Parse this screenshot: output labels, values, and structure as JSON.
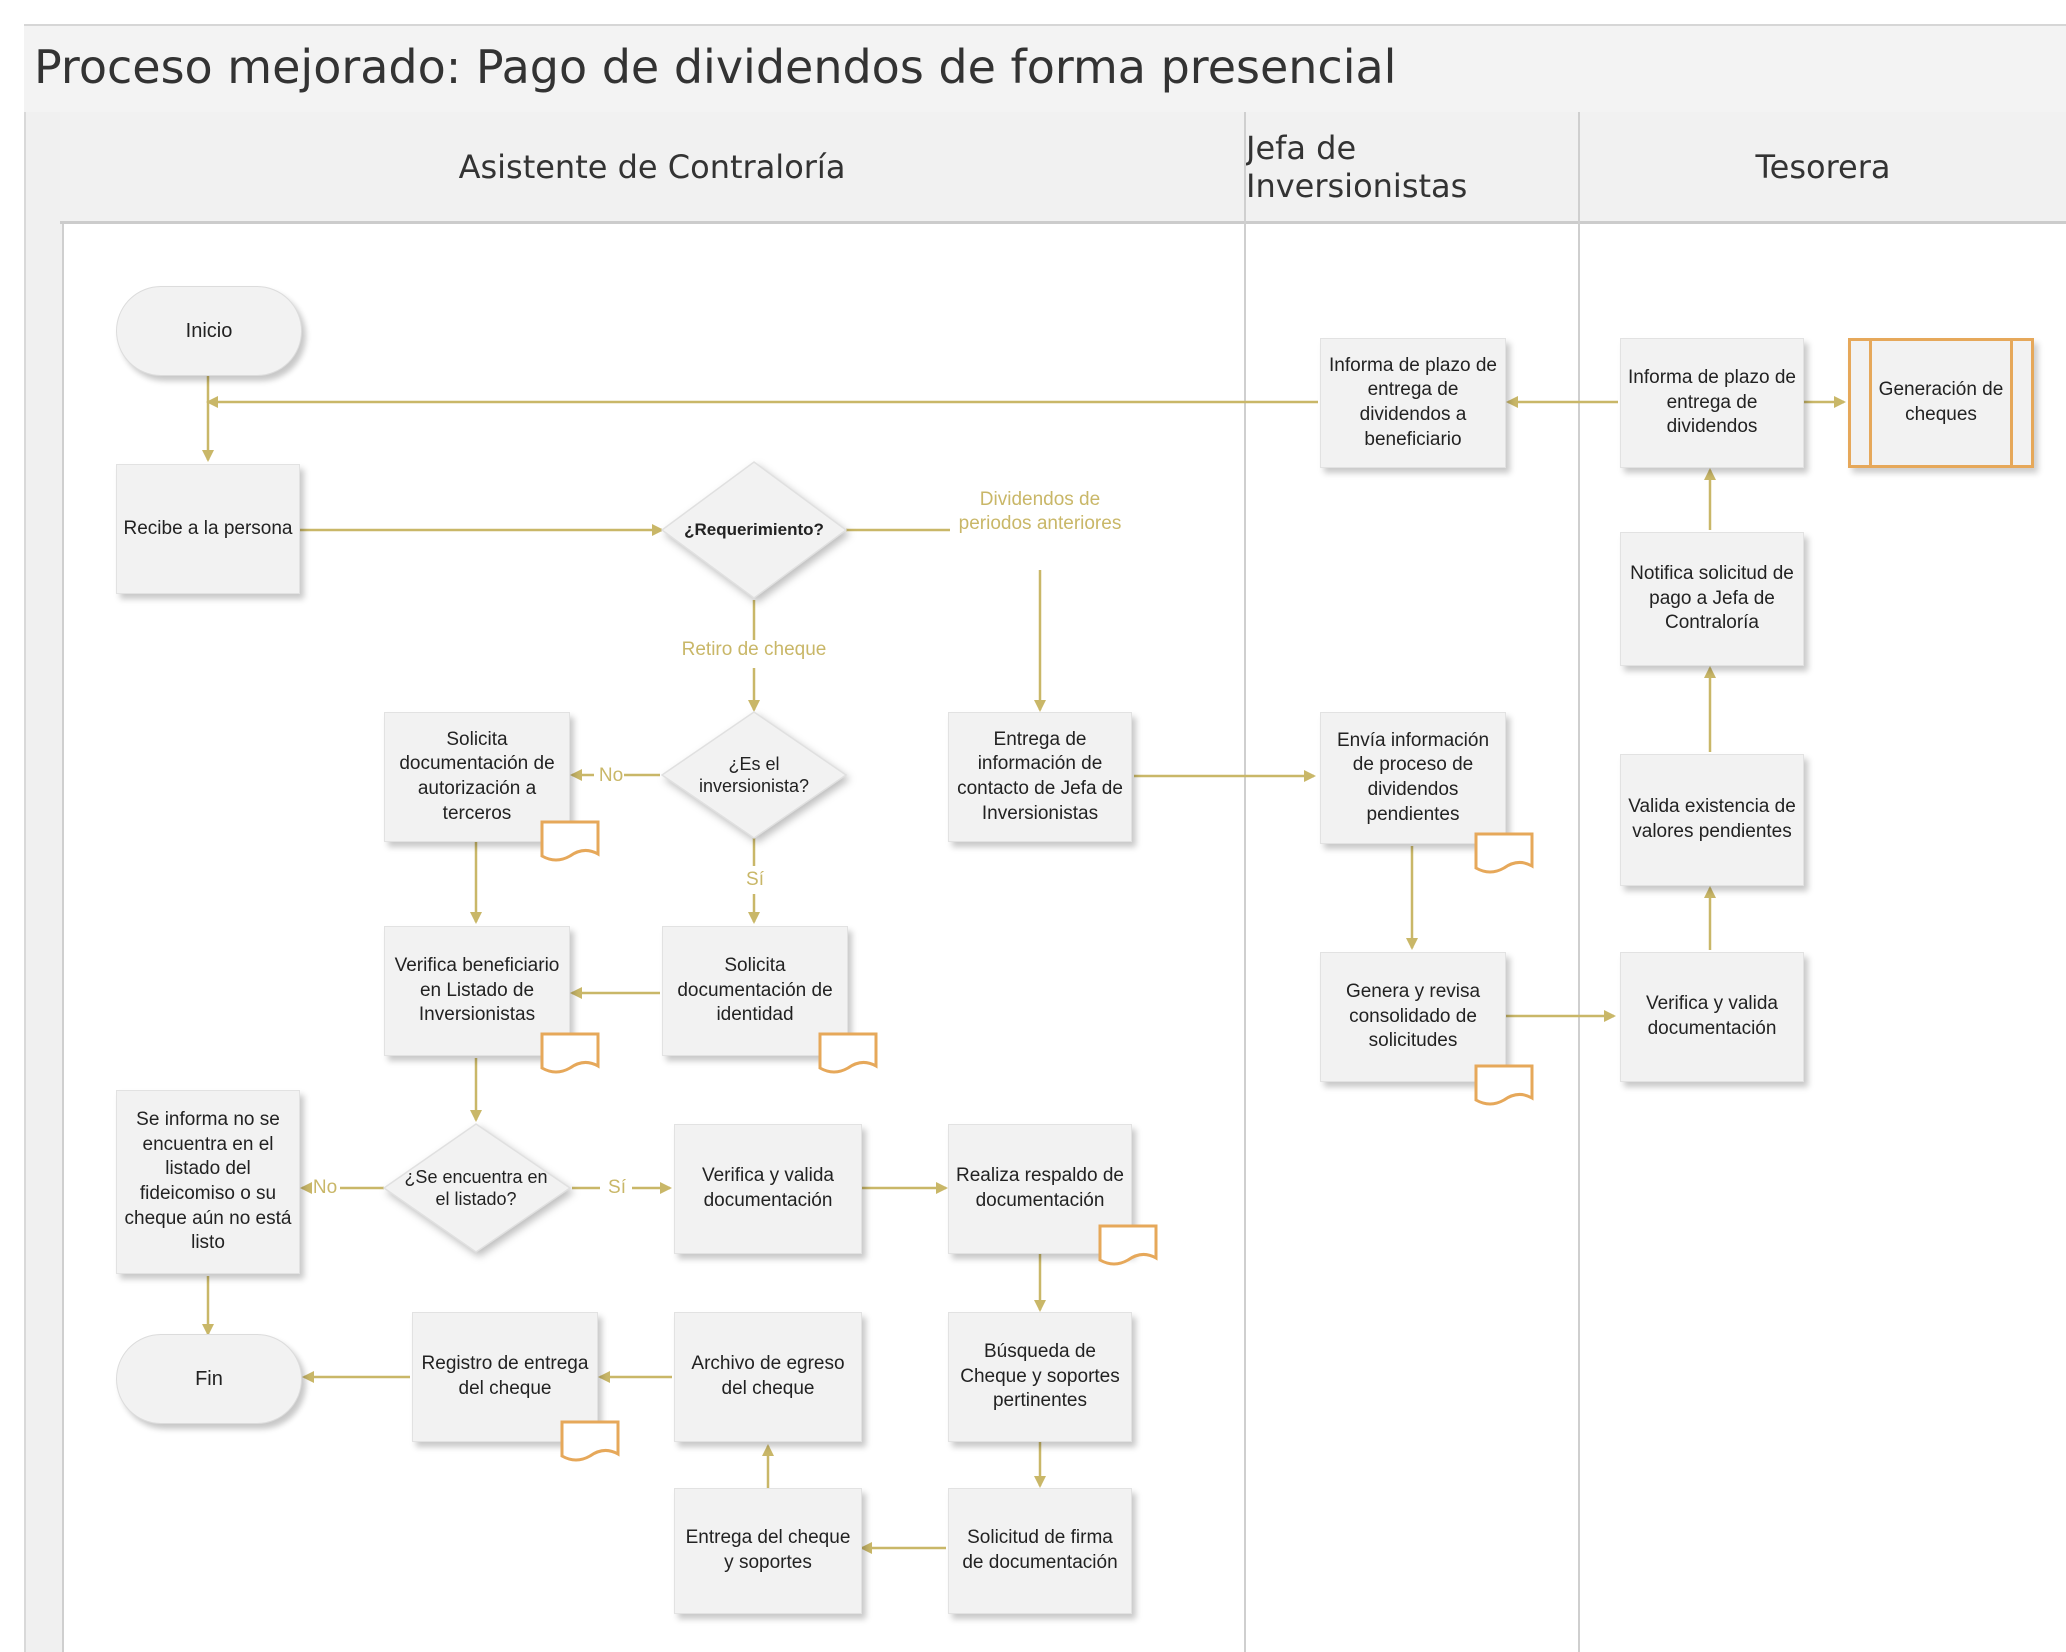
{
  "title": "Proceso mejorado: Pago de dividendos de forma presencial",
  "lanes": [
    "Asistente de Contraloría",
    "Jefa de Inversionistas",
    "Tesorera"
  ],
  "terminals": {
    "inicio": "Inicio",
    "fin": "Fin"
  },
  "processes": {
    "recibe": "Recibe a la persona",
    "solicita_autorizacion": "Solicita documentación de autorización a terceros",
    "verifica_beneficiario": "Verifica beneficiario en Listado de Inversionistas",
    "solicita_identidad": "Solicita documentación de identidad",
    "entrega_contacto": "Entrega de información de contacto de Jefa de Inversionistas",
    "se_informa": "Se informa no se encuentra en el listado del fideicomiso o su cheque aún no está listo",
    "verifica_valida_1": "Verifica y valida documentación",
    "realiza_respaldo": "Realiza respaldo de documentación",
    "busqueda_cheque": "Búsqueda de Cheque y soportes pertinentes",
    "solicitud_firma": "Solicitud de firma de documentación",
    "entrega_cheque": "Entrega del cheque y soportes",
    "archivo_egreso": "Archivo de egreso del cheque",
    "registro_entrega": "Registro de entrega del cheque",
    "informa_plazo_jefa": "Informa de plazo de entrega de dividendos a beneficiario",
    "envia_info": "Envía información de proceso de dividendos pendientes",
    "genera_revisa": "Genera y revisa consolidado de solicitudes",
    "informa_plazo_tes": "Informa de plazo de entrega de dividendos",
    "notifica_solicitud": "Notifica solicitud de pago a Jefa de Contraloría",
    "valida_existencia": "Valida existencia de valores pendientes",
    "verifica_valida_2": "Verifica y valida documentación"
  },
  "subprocess": {
    "generacion": "Generación de cheques"
  },
  "decisions": {
    "requerimiento": "¿Requerimiento?",
    "inversionista": "¿Es el inversionista?",
    "listado": "¿Se encuentra en el listado?"
  },
  "flow_labels": {
    "dividendos_anteriores": "Dividendos de periodos anteriores",
    "retiro_cheque": "Retiro de cheque",
    "no_1": "No",
    "si_1": "Sí",
    "no_2": "No",
    "si_2": "Sí"
  },
  "colors": {
    "arrow": "#c9b768",
    "label": "#c9b768",
    "document_icon": "#e6a85a",
    "subprocess_border": "#e6a85a",
    "shape_fill": "#f2f2f2"
  }
}
